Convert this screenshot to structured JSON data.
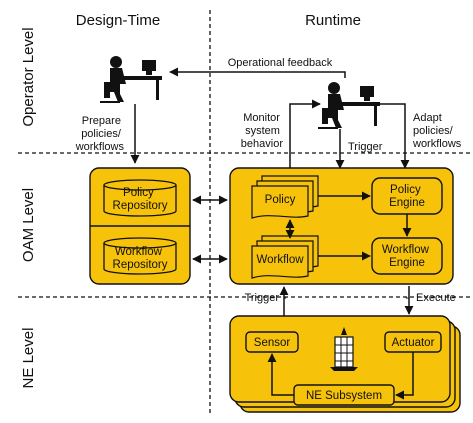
{
  "columns": {
    "design_time": "Design-Time",
    "runtime": "Runtime"
  },
  "levels": {
    "operator": "Operator Level",
    "oam": "OAM Level",
    "ne": "NE Level"
  },
  "operator": {
    "feedback": "Operational feedback",
    "prepare": [
      "Prepare",
      "policies/",
      "workflows"
    ],
    "monitor": [
      "Monitor",
      "system",
      "behavior"
    ],
    "trigger": "Trigger",
    "adapt": [
      "Adapt",
      "policies/",
      "workflows"
    ]
  },
  "repositories": {
    "policy": [
      "Policy",
      "Repository"
    ],
    "workflow": [
      "Workflow",
      "Repository"
    ]
  },
  "runtime_oam": {
    "policy": "Policy",
    "policy_engine": [
      "Policy",
      "Engine"
    ],
    "workflow": "Workflow",
    "workflow_engine": [
      "Workflow",
      "Engine"
    ]
  },
  "ne": {
    "trigger": "Trigger",
    "execute": "Execute",
    "sensor": "Sensor",
    "actuator": "Actuator",
    "subsystem": "NE Subsystem"
  },
  "icons": [
    "operator-workstation-icon",
    "network-element-tower-icon"
  ],
  "colors": {
    "box_fill": "#f7c20a",
    "stroke": "#111111"
  }
}
